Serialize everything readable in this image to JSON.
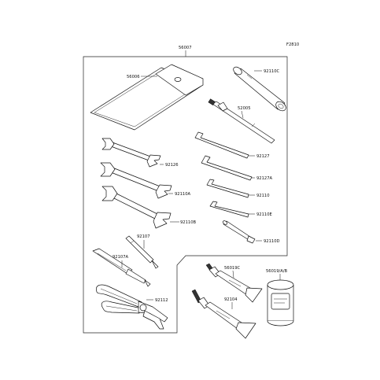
{
  "figure_code": "F2810",
  "labels": {
    "kit": "56007",
    "bag": "56006",
    "box_wrench": "92110C",
    "extension": "52005",
    "wrench_1": "92126",
    "wrench_2": "92110A",
    "wrench_3": "92110B",
    "hex_1": "92127",
    "hex_2": "92127A",
    "hex_3": "92110",
    "hex_4": "92110E",
    "handle": "92110D",
    "screwdriver_bit": "92107",
    "screwdriver": "92107A",
    "pliers": "92112",
    "grease_a": "56019C",
    "grease_b": "92104",
    "grease_can": "56019/A/B"
  }
}
